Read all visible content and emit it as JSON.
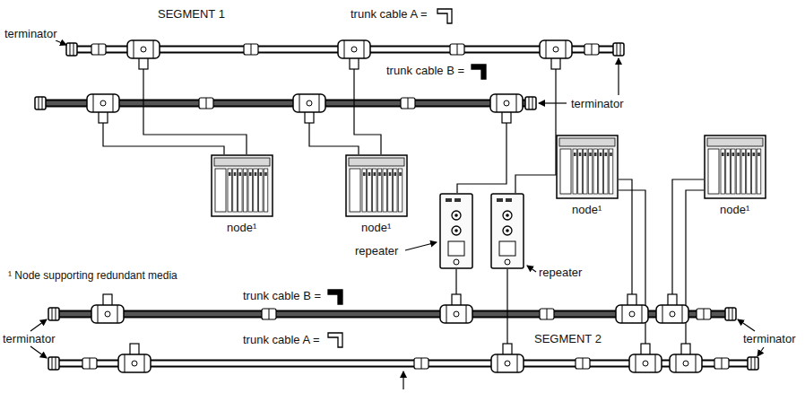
{
  "diagram": {
    "nodes": [
      {
        "text": [
          "node¹"
        ]
      },
      {
        "text": [
          "node¹"
        ]
      },
      {
        "text": [
          "repeater"
        ]
      },
      {
        "text": [
          "repeater"
        ]
      },
      {
        "text": [
          "node¹"
        ]
      },
      {
        "text": [
          "node¹"
        ]
      }
    ],
    "labels": [
      "SEGMENT 1",
      "trunk cable A =",
      "terminator",
      "trunk cable B =",
      "terminator",
      "trunk cable B =",
      "trunk cable A =",
      "terminator",
      "SEGMENT 2",
      "terminator",
      "¹ Node supporting redundant media"
    ]
  }
}
